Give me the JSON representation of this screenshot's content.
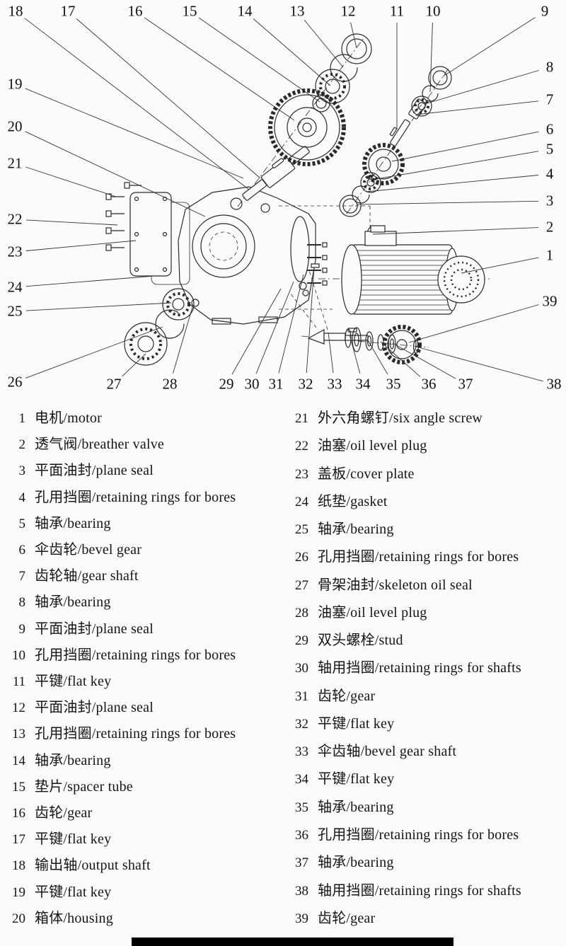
{
  "page": {
    "background": "#fbfbfb",
    "ink": "#161616",
    "bar_color": "#000000"
  },
  "diagram": {
    "callouts": [
      "18",
      "17",
      "16",
      "15",
      "14",
      "13",
      "12",
      "11",
      "10",
      "9",
      "8",
      "7",
      "6",
      "5",
      "4",
      "3",
      "2",
      "1",
      "39",
      "19",
      "20",
      "21",
      "22",
      "23",
      "24",
      "25",
      "26",
      "27",
      "28",
      "29",
      "30",
      "31",
      "32",
      "33",
      "34",
      "35",
      "36",
      "37",
      "38"
    ]
  },
  "parts": {
    "left": [
      {
        "num": "1",
        "label": "电机/motor"
      },
      {
        "num": "2",
        "label": "透气阀/breather valve"
      },
      {
        "num": "3",
        "label": "平面油封/plane seal"
      },
      {
        "num": "4",
        "label": "孔用挡圈/retaining rings for bores"
      },
      {
        "num": "5",
        "label": "轴承/bearing"
      },
      {
        "num": "6",
        "label": "伞齿轮/bevel gear"
      },
      {
        "num": "7",
        "label": "齿轮轴/gear shaft"
      },
      {
        "num": "8",
        "label": "轴承/bearing"
      },
      {
        "num": "9",
        "label": "平面油封/plane seal"
      },
      {
        "num": "10",
        "label": "孔用挡圈/retaining rings for bores"
      },
      {
        "num": "11",
        "label": "平键/flat key"
      },
      {
        "num": "12",
        "label": "平面油封/plane seal"
      },
      {
        "num": "13",
        "label": "孔用挡圈/retaining rings for bores"
      },
      {
        "num": "14",
        "label": "轴承/bearing"
      },
      {
        "num": "15",
        "label": "垫片/spacer tube"
      },
      {
        "num": "16",
        "label": "齿轮/gear"
      },
      {
        "num": "17",
        "label": "平键/flat key"
      },
      {
        "num": "18",
        "label": "输出轴/output shaft"
      },
      {
        "num": "19",
        "label": "平键/flat key"
      },
      {
        "num": "20",
        "label": "箱体/housing"
      }
    ],
    "right": [
      {
        "num": "21",
        "label": "外六角螺钉/six angle screw"
      },
      {
        "num": "22",
        "label": "油塞/oil level plug"
      },
      {
        "num": "23",
        "label": "盖板/cover plate"
      },
      {
        "num": "24",
        "label": "纸垫/gasket"
      },
      {
        "num": "25",
        "label": "轴承/bearing"
      },
      {
        "num": "26",
        "label": "孔用挡圈/retaining rings for bores"
      },
      {
        "num": "27",
        "label": "骨架油封/skeleton oil seal"
      },
      {
        "num": "28",
        "label": "油塞/oil level plug"
      },
      {
        "num": "29",
        "label": "双头螺栓/stud"
      },
      {
        "num": "30",
        "label": "轴用挡圈/retaining rings for shafts"
      },
      {
        "num": "31",
        "label": "齿轮/gear"
      },
      {
        "num": "32",
        "label": "平键/flat key"
      },
      {
        "num": "33",
        "label": "伞齿轴/bevel gear shaft"
      },
      {
        "num": "34",
        "label": "平键/flat key"
      },
      {
        "num": "35",
        "label": "轴承/bearing"
      },
      {
        "num": "36",
        "label": "孔用挡圈/retaining rings for bores"
      },
      {
        "num": "37",
        "label": "轴承/bearing"
      },
      {
        "num": "38",
        "label": "轴用挡圈/retaining rings for shafts"
      },
      {
        "num": "39",
        "label": "齿轮/gear"
      }
    ]
  }
}
